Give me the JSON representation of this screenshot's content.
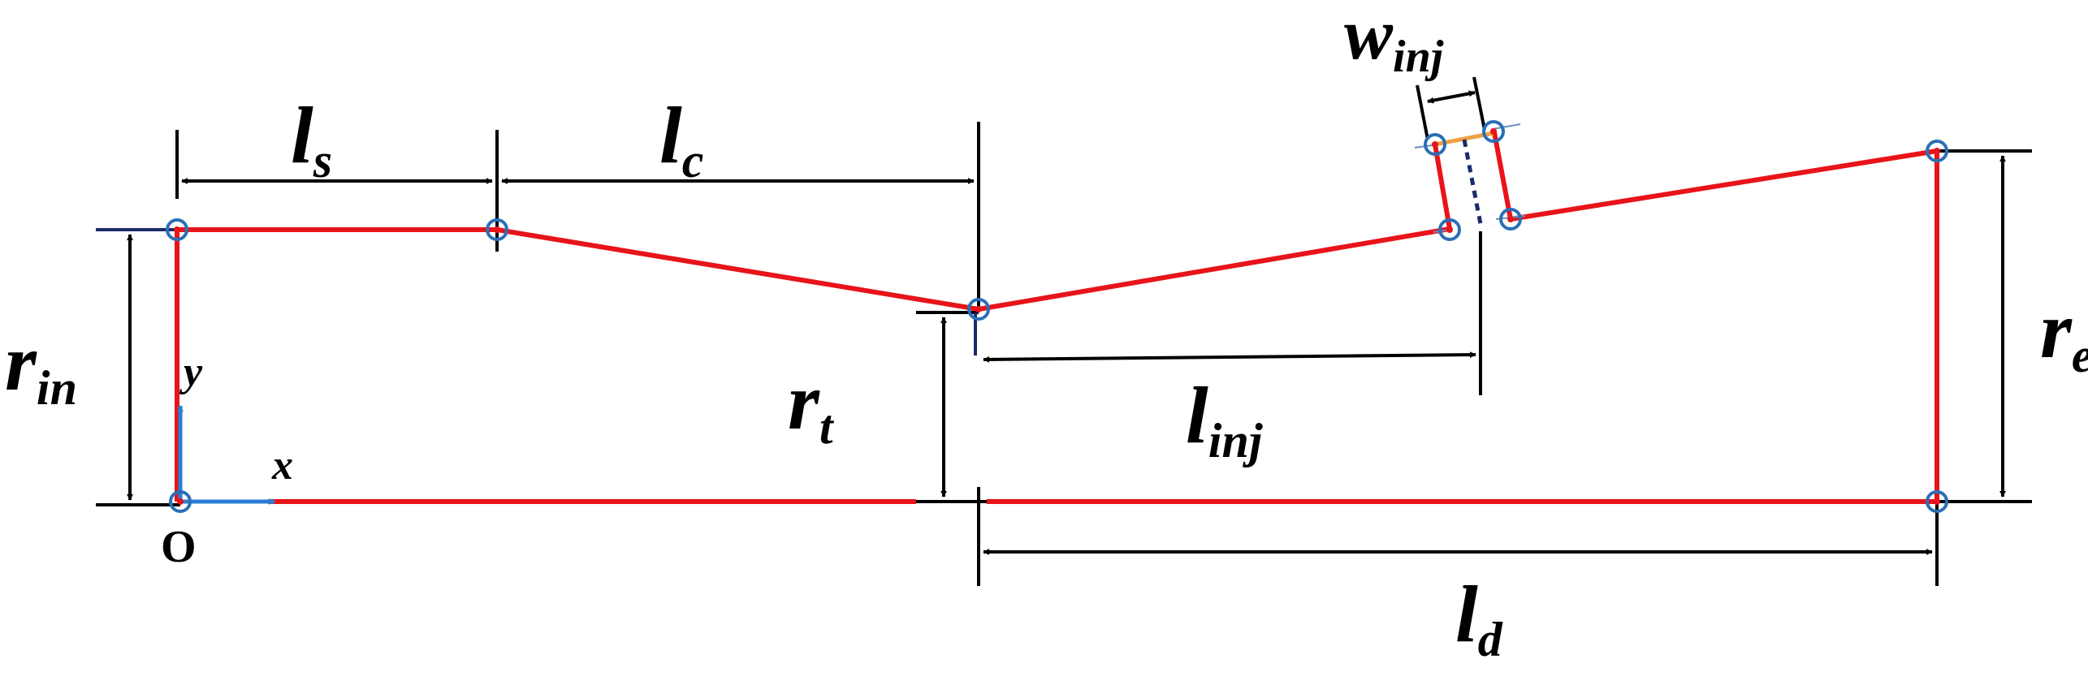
{
  "labels": {
    "ls": {
      "main": "l",
      "sub": "s"
    },
    "lc": {
      "main": "l",
      "sub": "c"
    },
    "winj": {
      "main": "w",
      "sub": "inj"
    },
    "rin": {
      "main": "r",
      "sub": "in"
    },
    "rt": {
      "main": "r",
      "sub": "t"
    },
    "linj": {
      "main": "l",
      "sub": "inj"
    },
    "re": {
      "main": "r",
      "sub": "e"
    },
    "ld": {
      "main": "l",
      "sub": "d"
    },
    "y_axis": "y",
    "x_axis": "x",
    "origin": "O"
  },
  "colors": {
    "contour": "#e8141a",
    "dimension": "#000000",
    "node": "#2a6fb5",
    "axis": "#2a7fd4",
    "injector_face": "#f0a040",
    "injector_dotted": "#1a2a6a"
  }
}
